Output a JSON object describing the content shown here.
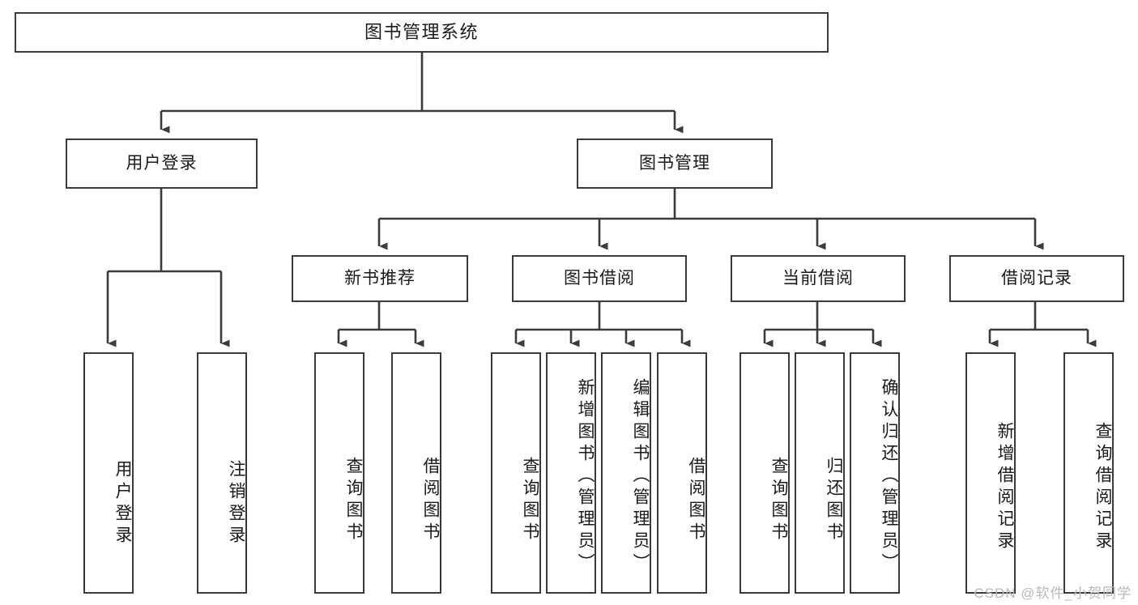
{
  "diagram": {
    "title": "图书管理系统",
    "type": "tree-hierarchy",
    "root": {
      "label": "图书管理系统"
    },
    "level1": [
      {
        "label": "用户登录"
      },
      {
        "label": "图书管理"
      }
    ],
    "level2": [
      {
        "label": "新书推荐",
        "parent": "图书管理"
      },
      {
        "label": "图书借阅",
        "parent": "图书管理"
      },
      {
        "label": "当前借阅",
        "parent": "图书管理"
      },
      {
        "label": "借阅记录",
        "parent": "图书管理"
      }
    ],
    "leaves": {
      "user_login": [
        {
          "label": "用户登录"
        },
        {
          "label": "注销登录"
        }
      ],
      "new_book_recommend": [
        {
          "label": "查询图书"
        },
        {
          "label": "借阅图书"
        }
      ],
      "book_borrow": [
        {
          "label": "查询图书"
        },
        {
          "label": "新增图书（管理员）"
        },
        {
          "label": "编辑图书（管理员）"
        },
        {
          "label": "借阅图书"
        }
      ],
      "current_borrow": [
        {
          "label": "查询图书"
        },
        {
          "label": "归还图书"
        },
        {
          "label": "确认归还（管理员）"
        }
      ],
      "borrow_record": [
        {
          "label": "新增借阅记录"
        },
        {
          "label": "查询借阅记录"
        }
      ]
    }
  },
  "watermark": {
    "text": "CSDN @软件_小贺同学"
  },
  "colors": {
    "border": "#3b3b3b",
    "background": "#ffffff",
    "text": "#1a1a1a",
    "watermark": "#b9b9b9"
  }
}
